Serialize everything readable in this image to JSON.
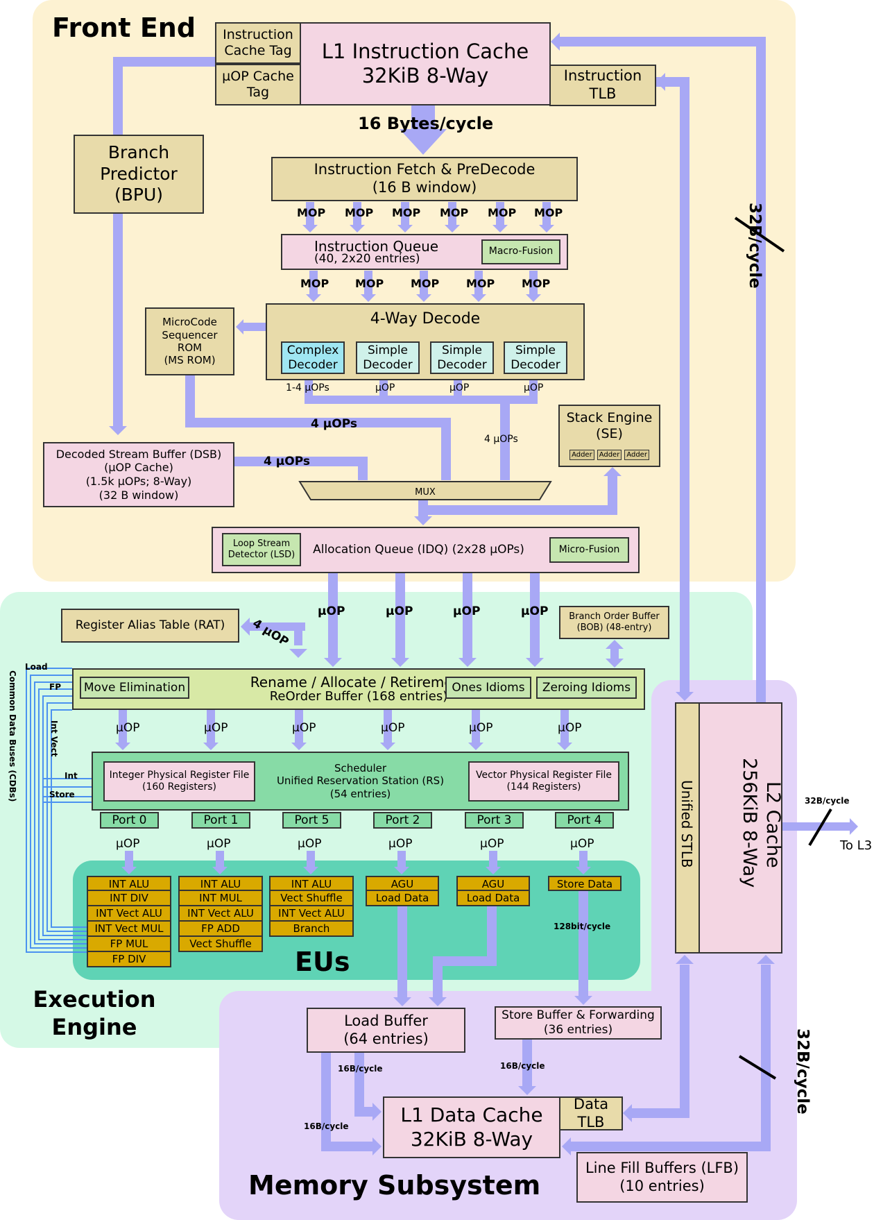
{
  "colors": {
    "front_end_bg": "#fdf2d2",
    "execution_bg": "#d5f9e6",
    "memory_bg": "#e3d4f9",
    "eus_bg": "#5fd3b5",
    "flow_arrow": "#a8a8f5",
    "bus_line": "#4b92f0"
  },
  "regions": {
    "front_end": "Front End",
    "execution_engine_1": "Execution",
    "execution_engine_2": "Engine",
    "eus": "EUs",
    "memory_subsystem": "Memory Subsystem"
  },
  "front_end": {
    "instruction_cache_tag": [
      "Instruction",
      "Cache Tag"
    ],
    "uop_cache_tag": [
      "µOP Cache",
      "Tag"
    ],
    "l1_icache": [
      "L1 Instruction Cache",
      "32KiB 8-Way"
    ],
    "instruction_tlb": [
      "Instruction",
      "TLB"
    ],
    "fetch_rate": "16 Bytes/cycle",
    "branch_predictor": [
      "Branch",
      "Predictor",
      "(BPU)"
    ],
    "fetch_predecode": [
      "Instruction Fetch & PreDecode",
      "(16 B window)"
    ],
    "mop_row1": [
      "MOP",
      "MOP",
      "MOP",
      "MOP",
      "MOP",
      "MOP"
    ],
    "instruction_queue": [
      "Instruction Queue",
      "(40, 2x20 entries)"
    ],
    "macro_fusion": "Macro-Fusion",
    "mop_row2": [
      "MOP",
      "MOP",
      "MOP",
      "MOP",
      "MOP"
    ],
    "msrom": [
      "MicroCode",
      "Sequencer",
      "ROM",
      "(MS ROM)"
    ],
    "decode_title": "4-Way Decode",
    "decoders": [
      [
        "Complex",
        "Decoder"
      ],
      [
        "Simple",
        "Decoder"
      ],
      [
        "Simple",
        "Decoder"
      ],
      [
        "Simple",
        "Decoder"
      ]
    ],
    "decoder_outputs": [
      "1-4 µOPs",
      "µOP",
      "µOP",
      "µOP"
    ],
    "msrom_uops": "4 µOPs",
    "decode_uops": "4 µOPs",
    "dsb_uops": "4 µOPs",
    "stack_engine": [
      "Stack Engine",
      "(SE)"
    ],
    "adders": [
      "Adder",
      "Adder",
      "Adder"
    ],
    "dsb": [
      "Decoded Stream Buffer (DSB)",
      "(µOP Cache)",
      "(1.5k µOPs; 8-Way)",
      "(32 B window)"
    ],
    "mux": "MUX",
    "lsd": [
      "Loop Stream",
      "Detector (LSD)"
    ],
    "idq": "Allocation Queue (IDQ) (2x28 µOPs)",
    "micro_fusion": "Micro-Fusion",
    "l2_ifetch_rate": "32B/cycle"
  },
  "execution_engine": {
    "idq_uops": [
      "µOP",
      "µOP",
      "µOP",
      "µOP"
    ],
    "rat": "Register Alias Table (RAT)",
    "rat_uops": "4 µOP",
    "bob": [
      "Branch Order Buffer",
      "(BOB) (48-entry)"
    ],
    "rename": [
      "Rename / Allocate / Retirement",
      "ReOrder Buffer (168 entries)"
    ],
    "move_elimination": "Move Elimination",
    "ones_idioms": "Ones Idioms",
    "zeroing_idioms": "Zeroing Idioms",
    "rob_uops": [
      "µOP",
      "µOP",
      "µOP",
      "µOP",
      "µOP",
      "µOP"
    ],
    "scheduler": [
      "Scheduler",
      "Unified Reservation Station (RS)",
      "(54 entries)"
    ],
    "int_prf": [
      "Integer Physical Register File",
      "(160 Registers)"
    ],
    "vec_prf": [
      "Vector Physical Register File",
      "(144 Registers)"
    ],
    "ports": [
      "Port 0",
      "Port 1",
      "Port 5",
      "Port 2",
      "Port 3",
      "Port 4"
    ],
    "port_uops": [
      "µOP",
      "µOP",
      "µOP",
      "µOP",
      "µOP",
      "µOP"
    ],
    "port0_units": [
      "INT ALU",
      "INT DIV",
      "INT Vect ALU",
      "INT Vect MUL",
      "FP MUL",
      "FP DIV"
    ],
    "port1_units": [
      "INT ALU",
      "INT MUL",
      "INT Vect ALU",
      "FP ADD",
      "Vect Shuffle"
    ],
    "port5_units": [
      "INT ALU",
      "Vect Shuffle",
      "INT Vect ALU",
      "Branch"
    ],
    "port2_units": [
      "AGU",
      "Load Data"
    ],
    "port3_units": [
      "AGU",
      "Load Data"
    ],
    "port4_units": [
      "Store Data"
    ],
    "store_rate": "128bit/cycle",
    "cdb_title": "Common Data Buses (CDBs)",
    "bus_labels": [
      "Load",
      "FP",
      "Int Vect",
      "Int",
      "Store"
    ]
  },
  "memory": {
    "unified_stlb": "Unified STLB",
    "l2_cache": [
      "L2 Cache",
      "256KiB 8-Way"
    ],
    "l3_rate": "32B/cycle",
    "to_l3": "To L3",
    "load_buffer": [
      "Load Buffer",
      "(64 entries)"
    ],
    "store_buffer": [
      "Store Buffer & Forwarding",
      "(36 entries)"
    ],
    "load_rate_1": "16B/cycle",
    "load_rate_2": "16B/cycle",
    "store_rate_l1": "16B/cycle",
    "l1_dcache": [
      "L1 Data Cache",
      "32KiB 8-Way"
    ],
    "data_tlb": "Data TLB",
    "lfb": [
      "Line Fill Buffers (LFB)",
      "(10 entries)"
    ],
    "l2_dfetch_rate": "32B/cycle"
  }
}
